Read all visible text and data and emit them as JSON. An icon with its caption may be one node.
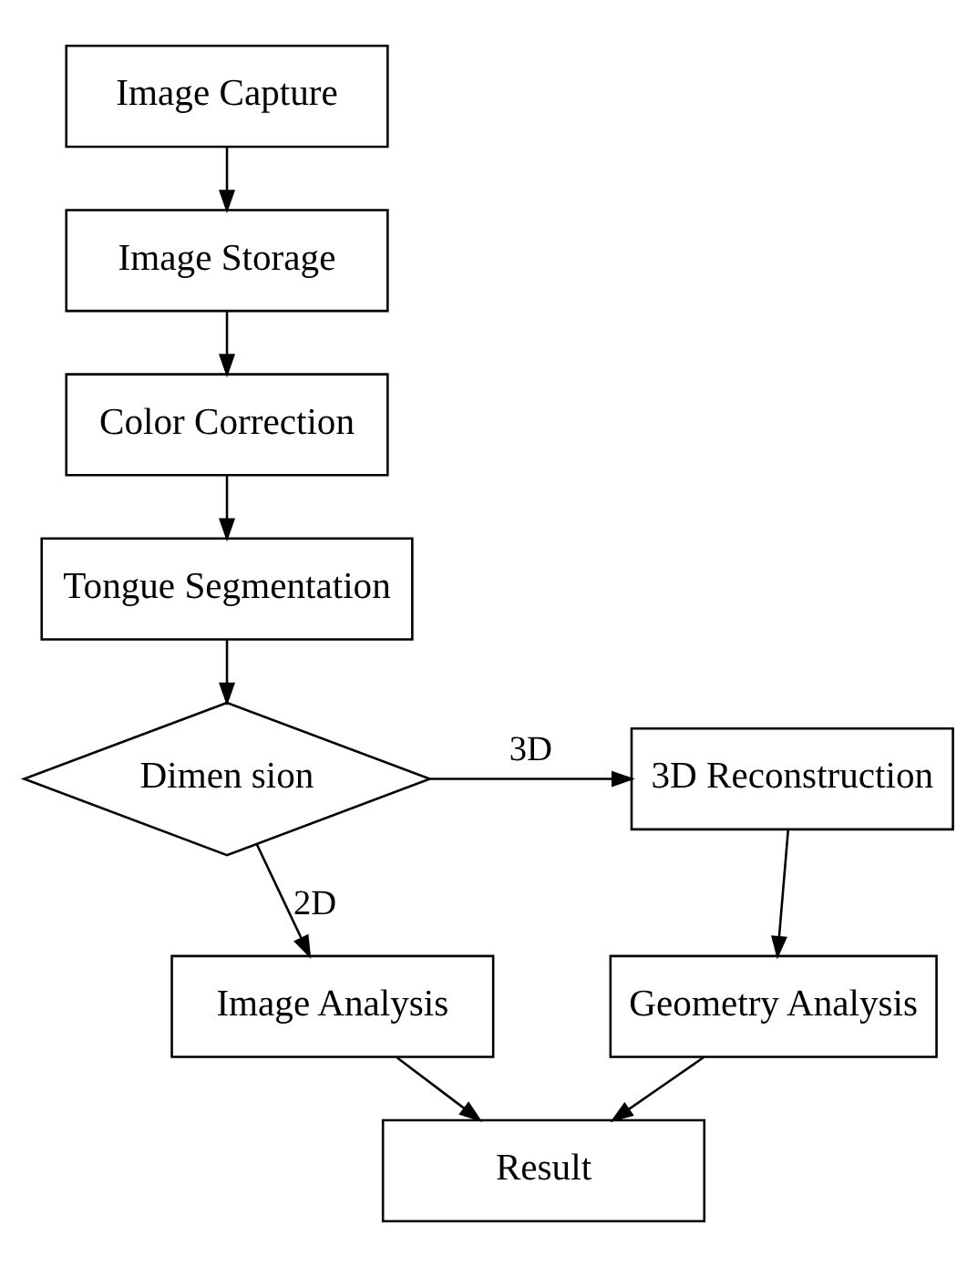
{
  "diagram": {
    "nodes": [
      {
        "text": [
          "Image Capture"
        ]
      },
      {
        "text": [
          "Image Storage"
        ]
      },
      {
        "text": [
          "Color Correction"
        ]
      },
      {
        "text": [
          "Tongue Segmentation"
        ]
      },
      {
        "text": [
          "Dimen sion"
        ]
      },
      {
        "text": [
          "3D Reconstruction"
        ]
      },
      {
        "text": [
          "Image Analysis"
        ]
      },
      {
        "text": [
          "Geometry Analysis"
        ]
      },
      {
        "text": [
          "Result"
        ]
      }
    ],
    "edges": [
      {
        "from": 0,
        "to": 1,
        "arrow": "to"
      },
      {
        "from": 1,
        "to": 2,
        "arrow": "to"
      },
      {
        "from": 2,
        "to": 3,
        "arrow": "to"
      },
      {
        "from": 3,
        "to": 4,
        "arrow": "to"
      },
      {
        "from": 4,
        "to": 5,
        "arrow": "to",
        "label": "3D"
      },
      {
        "from": 4,
        "to": 6,
        "arrow": "to",
        "label": "2D"
      },
      {
        "from": 5,
        "to": 7,
        "arrow": "to"
      },
      {
        "from": 6,
        "to": 8,
        "arrow": "to"
      },
      {
        "from": 7,
        "to": 8,
        "arrow": "to"
      }
    ]
  }
}
